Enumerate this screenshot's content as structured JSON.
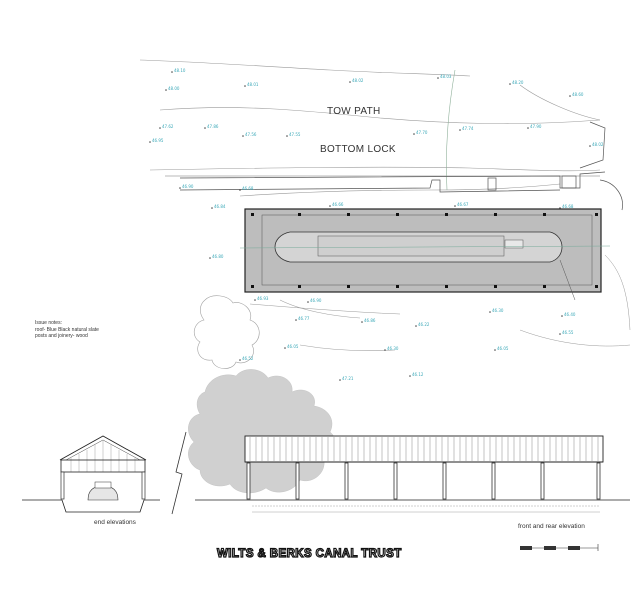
{
  "labels": {
    "tow_path": "TOW PATH",
    "bottom_lock": "BOTTOM LOCK",
    "end_elevations": "end elevations",
    "front_rear_elevation": "front and rear elevation",
    "brand": "WILTS & BERKS CANAL TRUST"
  },
  "issue_notes": {
    "title": "Issue notes:",
    "line1": "roof- Blue Black natural slate",
    "line2": "posts and joinery- wood"
  },
  "colors": {
    "survey_level": "#3aa8b8",
    "building_fill": "#bdbdbd",
    "tree_fill": "#d0d0d0",
    "linework": "#444444"
  }
}
